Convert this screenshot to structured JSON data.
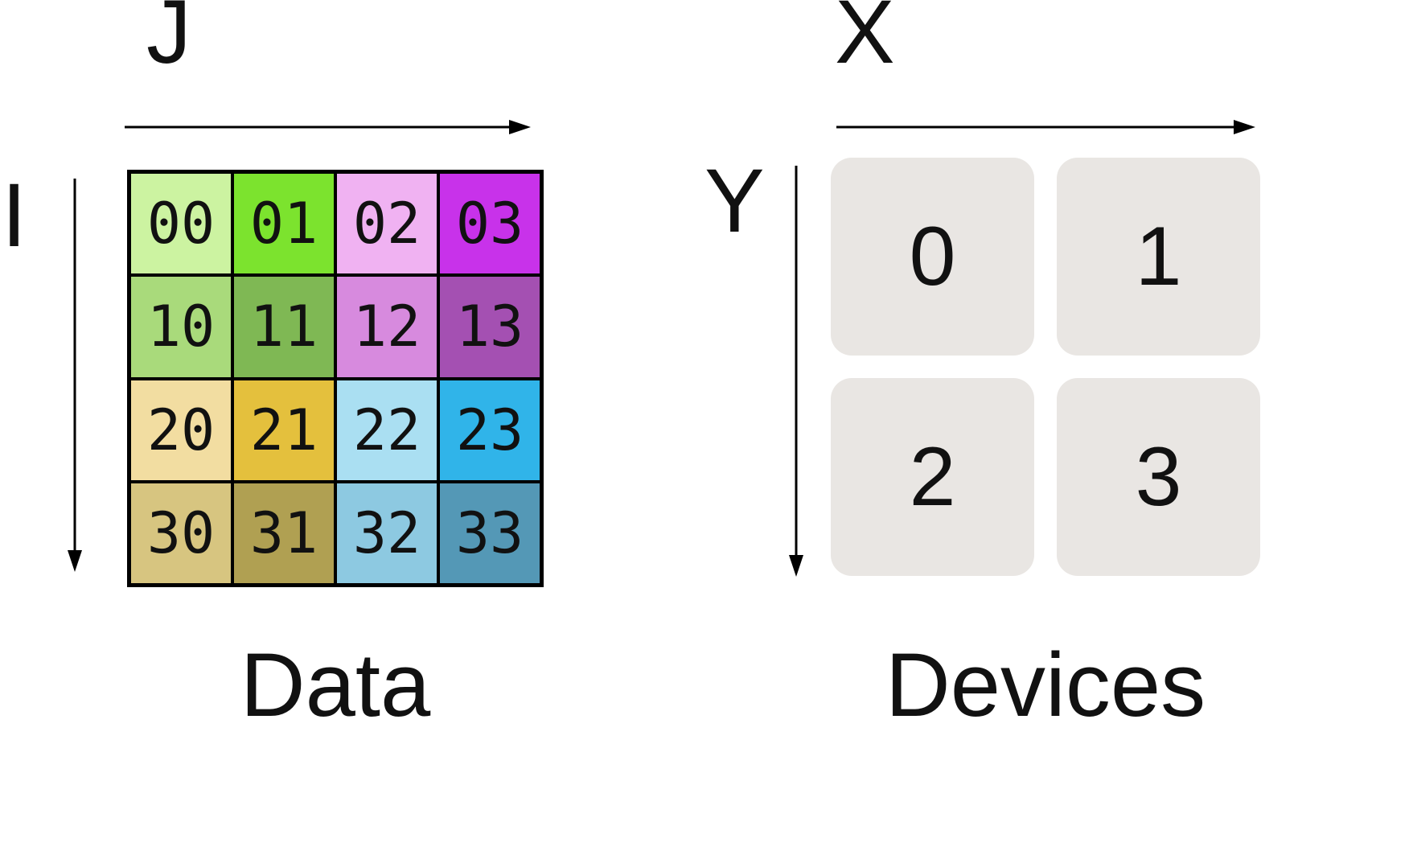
{
  "colors": {
    "background": "#ffffff",
    "ink": "#111111",
    "grid_border": "#000000",
    "arrow": "#000000",
    "device_tile": "#e9e6e3"
  },
  "data_panel": {
    "caption": "Data",
    "axis_horizontal": "J",
    "axis_vertical": "I",
    "cells": [
      {
        "value": "00",
        "color": "#ccf3a1"
      },
      {
        "value": "01",
        "color": "#7ce32e"
      },
      {
        "value": "02",
        "color": "#f0b2f2"
      },
      {
        "value": "03",
        "color": "#c832ea"
      },
      {
        "value": "10",
        "color": "#a9da7b"
      },
      {
        "value": "11",
        "color": "#7fb854"
      },
      {
        "value": "12",
        "color": "#d78ade"
      },
      {
        "value": "13",
        "color": "#a450b2"
      },
      {
        "value": "20",
        "color": "#f2dda1"
      },
      {
        "value": "21",
        "color": "#e4c03d"
      },
      {
        "value": "22",
        "color": "#aadff2"
      },
      {
        "value": "23",
        "color": "#30b4e9"
      },
      {
        "value": "30",
        "color": "#d7c580"
      },
      {
        "value": "31",
        "color": "#b0a052"
      },
      {
        "value": "32",
        "color": "#8dc9e1"
      },
      {
        "value": "33",
        "color": "#5498b6"
      }
    ]
  },
  "devices_panel": {
    "caption": "Devices",
    "axis_horizontal": "X",
    "axis_vertical": "Y",
    "cells": [
      {
        "value": "0"
      },
      {
        "value": "1"
      },
      {
        "value": "2"
      },
      {
        "value": "3"
      }
    ]
  }
}
